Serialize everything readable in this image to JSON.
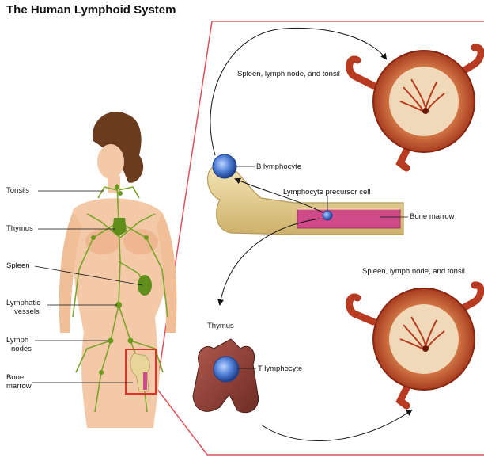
{
  "title": "The Human Lymphoid System",
  "body_labels": {
    "tonsils": "Tonsils",
    "thymus": "Thymus",
    "spleen": "Spleen",
    "lymphatic_vessels_1": "Lymphatic",
    "lymphatic_vessels_2": "vessels",
    "lymph_nodes_1": "Lymph",
    "lymph_nodes_2": "nodes",
    "bone_marrow_1": "Bone",
    "bone_marrow_2": "marrow"
  },
  "panel_labels": {
    "organs_top": "Spleen, lymph node, and tonsil",
    "b_lymphocyte": "B lymphocyte",
    "precursor": "Lymphocyte precursor cell",
    "bone_marrow": "Bone marrow",
    "thymus": "Thymus",
    "t_lymphocyte": "T lymphocyte",
    "organs_bottom": "Spleen, lymph node, and tonsil"
  },
  "colors": {
    "panel_border": "#e0505a",
    "skin": "#f4c9a8",
    "lymph_green": "#7aa52a",
    "bone": "#e8d59a",
    "marrow": "#d04a8a",
    "cell_blue": "#4f7fd6",
    "node_red": "#b83a20",
    "thymus_brown": "#8a3a32"
  }
}
